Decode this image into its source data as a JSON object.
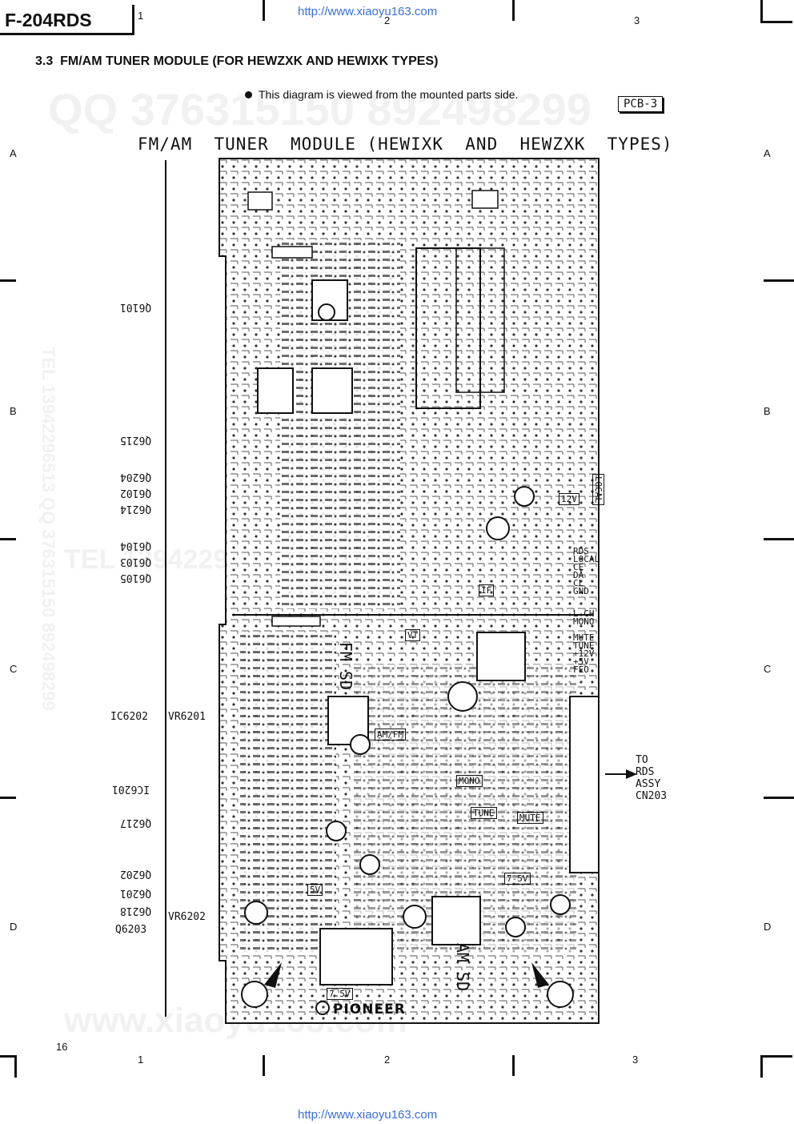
{
  "header": {
    "model": "F-204RDS",
    "url_top": "http://www.xiaoyu163.com",
    "url_bottom": "http://www.xiaoyu163.com",
    "page_number": "16"
  },
  "grid": {
    "columns": [
      "1",
      "2",
      "3"
    ],
    "rows": [
      "A",
      "B",
      "C",
      "D"
    ]
  },
  "section": {
    "heading": "3.3  FM/AM TUNER MODULE (FOR HEWZXK AND HEWIXK TYPES)",
    "note": "This diagram is viewed from the mounted parts side.",
    "pcb_tag": "PCB-3"
  },
  "diagram": {
    "title": "FM/AM  TUNER  MODULE (HEWIXK  AND  HEWZXK  TYPES)",
    "left_labels": [
      "Q6101",
      "Q6215",
      "Q6204",
      "Q6102",
      "Q6214",
      "Q6104",
      "Q6103",
      "Q6105",
      "IC6202",
      "IC6201",
      "Q6217",
      "Q6202",
      "Q6201",
      "Q6218",
      "Q6203"
    ],
    "vr_labels": [
      "VR6201",
      "VR6202"
    ],
    "connector_pins": [
      "RDS",
      "LOCAL",
      "CE",
      "DA",
      "CL",
      "GND",
      "L CH",
      "MONO",
      "MUTE",
      "TUNE",
      "+12V",
      "+5V",
      "FEO"
    ],
    "board_marks": [
      "LOCAL",
      "12V",
      "TUNE",
      "MONO",
      "AM/FM",
      "FM SD",
      "AM SD",
      "7.5V",
      "5V",
      "IF",
      "VT",
      "MUTE",
      "7-5V"
    ],
    "destination": "TO\nRDS\nASSY\nCN203",
    "brand": "PIONEER"
  },
  "watermarks": [
    "QQ 376315150  892498299",
    "TEL 13942296513  QQ 376315150  892498299",
    "TEL 13942296513  892498299",
    "www.xiaoyu163.com"
  ],
  "colors": {
    "url": "#3b6fd8",
    "ink": "#111111",
    "watermark": "#f1f1f1"
  }
}
